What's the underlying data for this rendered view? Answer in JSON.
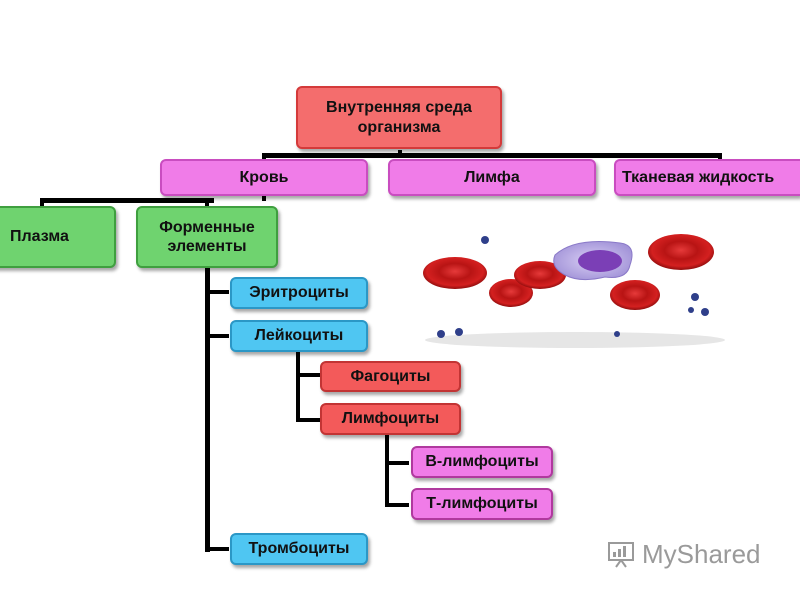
{
  "nodes": {
    "root": "Внутренняя среда организма",
    "blood": "Кровь",
    "lymph": "Лимфа",
    "tissue_fluid": "Тканевая жидкость",
    "plasma": "Плазма",
    "formed": "Форменные элементы",
    "erythrocytes": "Эритроциты",
    "leukocytes": "Лейкоциты",
    "phagocytes": "Фагоциты",
    "lymphocytes": "Лимфоциты",
    "b_lymphocytes": "В-лимфоциты",
    "t_lymphocytes": "Т-лимфоциты",
    "platelets": "Тромбоциты"
  },
  "watermark": {
    "text": "MyShared"
  },
  "colors": {
    "red_box": "#f46d6d",
    "pink_box": "#f07ce8",
    "green_box": "#6fd36f",
    "blue_box": "#4fc6f2",
    "blood_cell": "#d21f1f",
    "leukocyte": "#b9a8e8"
  }
}
